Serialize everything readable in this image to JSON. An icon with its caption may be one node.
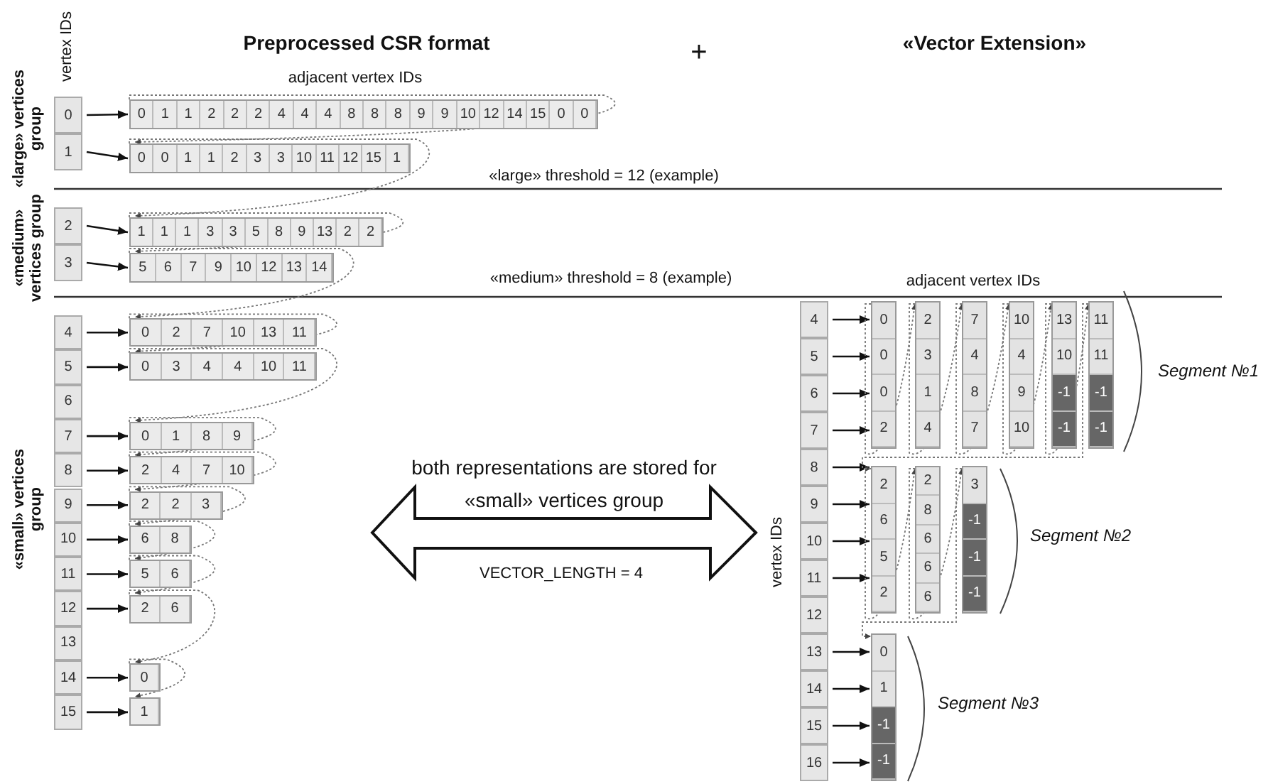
{
  "diagram": {
    "nodes": [
      {
        "text": [
          "0"
        ]
      },
      {
        "text": [
          "1"
        ]
      },
      {
        "text": [
          "2"
        ]
      },
      {
        "text": [
          "3"
        ]
      },
      {
        "text": [
          "4"
        ]
      },
      {
        "text": [
          "5"
        ]
      },
      {
        "text": [
          "6"
        ]
      },
      {
        "text": [
          "7"
        ]
      },
      {
        "text": [
          "8"
        ]
      },
      {
        "text": [
          "9"
        ]
      },
      {
        "text": [
          "10"
        ]
      },
      {
        "text": [
          "11"
        ]
      },
      {
        "text": [
          "12"
        ]
      },
      {
        "text": [
          "13"
        ]
      },
      {
        "text": [
          "14"
        ]
      },
      {
        "text": [
          "15"
        ]
      },
      {
        "text": [
          "0",
          "1",
          "1",
          "2",
          "2",
          "2",
          "4",
          "4",
          "4",
          "8",
          "8",
          "8",
          "9",
          "9",
          "10",
          "12",
          "14",
          "15",
          "0",
          "0"
        ]
      },
      {
        "text": [
          "0",
          "0",
          "1",
          "1",
          "2",
          "3",
          "3",
          "10",
          "11",
          "12",
          "15",
          "1"
        ]
      },
      {
        "text": [
          "1",
          "1",
          "1",
          "3",
          "3",
          "5",
          "8",
          "9",
          "13",
          "2",
          "2"
        ]
      },
      {
        "text": [
          "5",
          "6",
          "7",
          "9",
          "10",
          "12",
          "13",
          "14"
        ]
      },
      {
        "text": [
          "0",
          "2",
          "7",
          "10",
          "13",
          "11"
        ]
      },
      {
        "text": [
          "0",
          "3",
          "4",
          "4",
          "10",
          "11"
        ]
      },
      {
        "text": [
          "0",
          "1",
          "8",
          "9"
        ]
      },
      {
        "text": [
          "2",
          "4",
          "7",
          "10"
        ]
      },
      {
        "text": [
          "2",
          "2",
          "3"
        ]
      },
      {
        "text": [
          "6",
          "8"
        ]
      },
      {
        "text": [
          "5",
          "6"
        ]
      },
      {
        "text": [
          "2",
          "6"
        ]
      },
      {
        "text": [
          "0"
        ]
      },
      {
        "text": [
          "1"
        ]
      },
      {
        "text": [
          "4"
        ]
      },
      {
        "text": [
          "5"
        ]
      },
      {
        "text": [
          "6"
        ]
      },
      {
        "text": [
          "7"
        ]
      },
      {
        "text": [
          "8"
        ]
      },
      {
        "text": [
          "9"
        ]
      },
      {
        "text": [
          "10"
        ]
      },
      {
        "text": [
          "11"
        ]
      },
      {
        "text": [
          "12"
        ]
      },
      {
        "text": [
          "13"
        ]
      },
      {
        "text": [
          "14"
        ]
      },
      {
        "text": [
          "15"
        ]
      },
      {
        "text": [
          "16"
        ]
      },
      {
        "text": [
          "0",
          "0",
          "0",
          "2"
        ]
      },
      {
        "text": [
          "2",
          "3",
          "1",
          "4"
        ]
      },
      {
        "text": [
          "7",
          "4",
          "8",
          "7"
        ]
      },
      {
        "text": [
          "10",
          "4",
          "9",
          "10"
        ]
      },
      {
        "text": [
          "13",
          "10",
          "-1",
          "-1"
        ]
      },
      {
        "text": [
          "11",
          "11",
          "-1",
          "-1"
        ]
      },
      {
        "text": [
          "2",
          "6",
          "5",
          "2"
        ]
      },
      {
        "text": [
          "2",
          "8",
          "6",
          "6",
          "6"
        ]
      },
      {
        "text": [
          "3",
          "-1",
          "-1",
          "-1"
        ]
      },
      {
        "text": [
          "0",
          "1",
          "-1",
          "-1"
        ]
      }
    ],
    "edges": [
      {
        "from": 0,
        "to": 16,
        "arrow": "to"
      },
      {
        "from": 1,
        "to": 17,
        "arrow": "to"
      },
      {
        "from": 2,
        "to": 18,
        "arrow": "to"
      },
      {
        "from": 3,
        "to": 19,
        "arrow": "to"
      },
      {
        "from": 4,
        "to": 20,
        "arrow": "to"
      },
      {
        "from": 5,
        "to": 21,
        "arrow": "to"
      },
      {
        "from": 7,
        "to": 22,
        "arrow": "to"
      },
      {
        "from": 8,
        "to": 23,
        "arrow": "to"
      },
      {
        "from": 9,
        "to": 24,
        "arrow": "to"
      },
      {
        "from": 10,
        "to": 25,
        "arrow": "to"
      },
      {
        "from": 11,
        "to": 26,
        "arrow": "to"
      },
      {
        "from": 12,
        "to": 27,
        "arrow": "to"
      },
      {
        "from": 14,
        "to": 28,
        "arrow": "to"
      },
      {
        "from": 15,
        "to": 29,
        "arrow": "to"
      },
      {
        "from": 30,
        "to": 43,
        "arrow": "to"
      },
      {
        "from": 31,
        "to": 43,
        "arrow": "to"
      },
      {
        "from": 32,
        "to": 43,
        "arrow": "to"
      },
      {
        "from": 33,
        "to": 43,
        "arrow": "to"
      },
      {
        "from": 34,
        "to": 49,
        "arrow": "to"
      },
      {
        "from": 35,
        "to": 49,
        "arrow": "to"
      },
      {
        "from": 36,
        "to": 49,
        "arrow": "to"
      },
      {
        "from": 37,
        "to": 49,
        "arrow": "to"
      },
      {
        "from": 39,
        "to": 52,
        "arrow": "to"
      },
      {
        "from": 40,
        "to": 52,
        "arrow": "to"
      },
      {
        "from": 41,
        "to": 52,
        "arrow": "to"
      },
      {
        "from": 42,
        "to": 52,
        "arrow": "to"
      },
      {
        "from": 16,
        "to": 17,
        "arrow": "to",
        "style": "dashed",
        "color": "#777777"
      },
      {
        "from": 17,
        "to": 18,
        "arrow": "to",
        "style": "dashed",
        "color": "#777777"
      },
      {
        "from": 18,
        "to": 19,
        "arrow": "to",
        "style": "dashed",
        "color": "#777777"
      },
      {
        "from": 19,
        "to": 20,
        "arrow": "to",
        "style": "dashed",
        "color": "#777777"
      },
      {
        "from": 20,
        "to": 21,
        "arrow": "to",
        "style": "dashed",
        "color": "#777777"
      },
      {
        "from": 21,
        "to": 22,
        "arrow": "to",
        "style": "dashed",
        "color": "#777777"
      },
      {
        "from": 22,
        "to": 23,
        "arrow": "to",
        "style": "dashed",
        "color": "#777777"
      },
      {
        "from": 23,
        "to": 24,
        "arrow": "to",
        "style": "dashed",
        "color": "#777777"
      },
      {
        "from": 24,
        "to": 25,
        "arrow": "to",
        "style": "dashed",
        "color": "#777777"
      },
      {
        "from": 25,
        "to": 26,
        "arrow": "to",
        "style": "dashed",
        "color": "#777777"
      },
      {
        "from": 26,
        "to": 27,
        "arrow": "to",
        "style": "dashed",
        "color": "#777777"
      },
      {
        "from": 27,
        "to": 28,
        "arrow": "to",
        "style": "dashed",
        "color": "#777777"
      },
      {
        "from": 28,
        "to": 29,
        "arrow": "to",
        "style": "dashed",
        "color": "#777777"
      },
      {
        "from": 43,
        "to": 44,
        "arrow": "to",
        "style": "dashed",
        "color": "#777777"
      },
      {
        "from": 44,
        "to": 45,
        "arrow": "to",
        "style": "dashed",
        "color": "#777777"
      },
      {
        "from": 45,
        "to": 46,
        "arrow": "to",
        "style": "dashed",
        "color": "#777777"
      },
      {
        "from": 46,
        "to": 47,
        "arrow": "to",
        "style": "dashed",
        "color": "#777777"
      },
      {
        "from": 47,
        "to": 48,
        "arrow": "to",
        "style": "dashed",
        "color": "#777777"
      },
      {
        "from": 48,
        "to": 49,
        "arrow": "to",
        "style": "dashed",
        "color": "#777777"
      },
      {
        "from": 49,
        "to": 50,
        "arrow": "to",
        "style": "dashed",
        "color": "#777777"
      },
      {
        "from": 50,
        "to": 51,
        "arrow": "to",
        "style": "dashed",
        "color": "#777777"
      },
      {
        "from": 51,
        "to": 52,
        "arrow": "to",
        "style": "dashed",
        "color": "#777777"
      }
    ],
    "labels": [
      "vertex IDs",
      "Preprocessed CSR format",
      "+",
      "«Vector Extension»",
      "«large» vertices group",
      "adjacent vertex IDs",
      "«large» threshold = 12 (example)",
      "«medium» vertices group",
      "«medium» threshold = 8 (example)",
      "adjacent vertex IDs",
      "Segment №1",
      "«small» vertices group",
      "both representations are stored for «small» vertices group",
      "Segment №2",
      "VECTOR_LENGTH = 4",
      "vertex IDs",
      "Segment №3"
    ]
  }
}
